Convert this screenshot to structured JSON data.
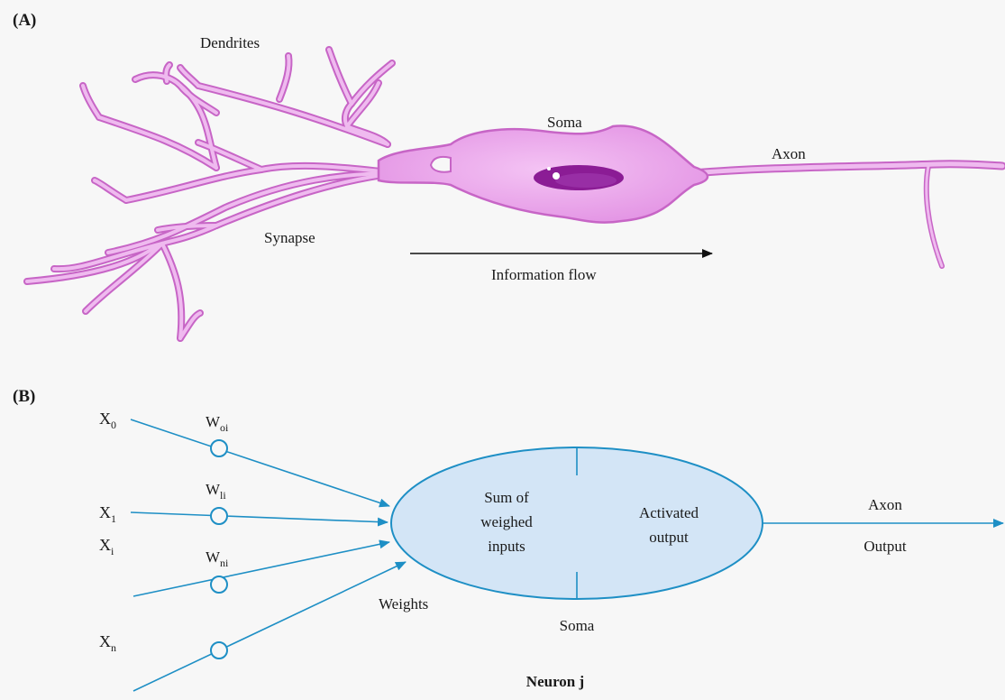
{
  "panel_a": {
    "label": "(A)",
    "dendrites": "Dendrites",
    "soma": "Soma",
    "axon": "Axon",
    "synapse": "Synapse",
    "flow": "Information flow"
  },
  "panel_b": {
    "label": "(B)",
    "x0": "X",
    "x0_sub": "0",
    "x1": "X",
    "x1_sub": "1",
    "xi": "X",
    "xi_sub": "i",
    "xn": "X",
    "xn_sub": "n",
    "w0": "W",
    "w0_sub": "oi",
    "w1": "W",
    "w1_sub": "li",
    "wn": "W",
    "wn_sub": "ni",
    "sum_line1": "Sum of",
    "sum_line2": "weighed",
    "sum_line3": "inputs",
    "act_line1": "Activated",
    "act_line2": "output",
    "axon": "Axon",
    "output": "Output",
    "weights": "Weights",
    "soma": "Soma",
    "neuron": "Neuron j"
  },
  "colors": {
    "neuron_fill": "#e9a2ea",
    "neuron_stroke": "#c765c6",
    "nucleus": "#8b1c95",
    "line_blue": "#1e8fc5",
    "ellipse_fill": "#d3e5f6"
  }
}
